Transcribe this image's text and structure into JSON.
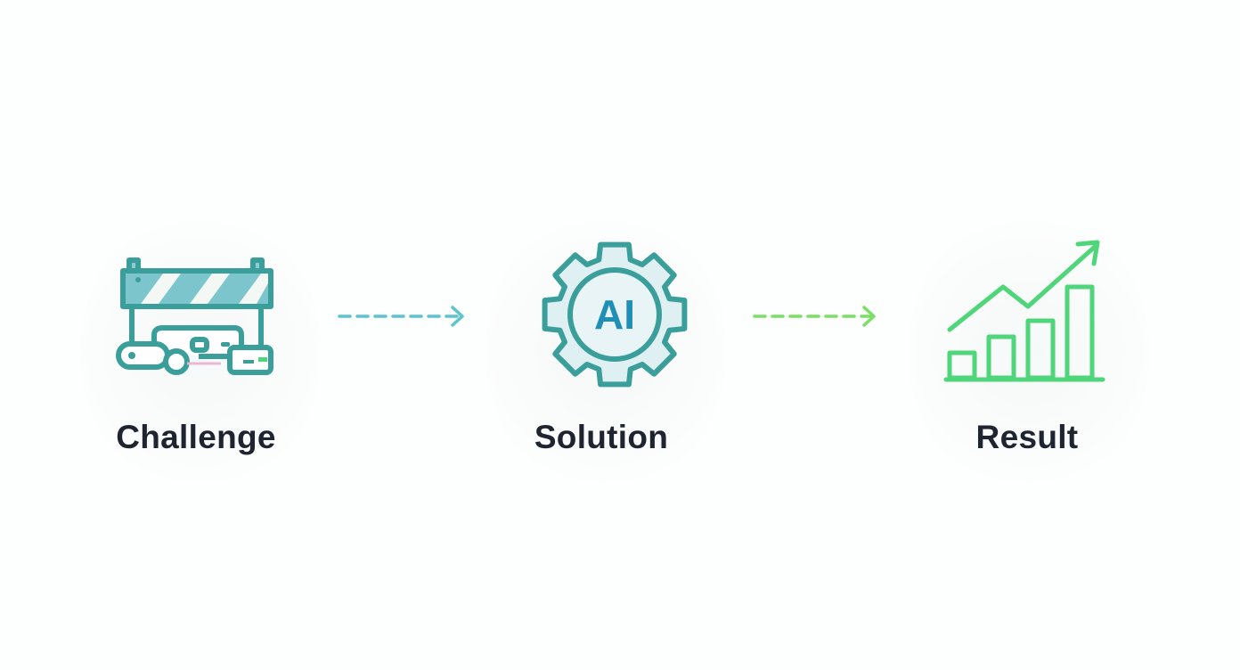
{
  "steps": [
    {
      "label": "Challenge",
      "icon": "road-barrier-icon"
    },
    {
      "label": "Solution",
      "icon": "ai-gear-icon",
      "icon_text": "AI"
    },
    {
      "label": "Result",
      "icon": "growth-chart-icon"
    }
  ],
  "colors": {
    "teal": "#3a9e9a",
    "teal_light": "#dff0f3",
    "ai_text": "#1f8fb8",
    "green": "#4fd67a",
    "arrow1": "#5cc4cc",
    "arrow2": "#7adf62",
    "label": "#1e2530"
  }
}
